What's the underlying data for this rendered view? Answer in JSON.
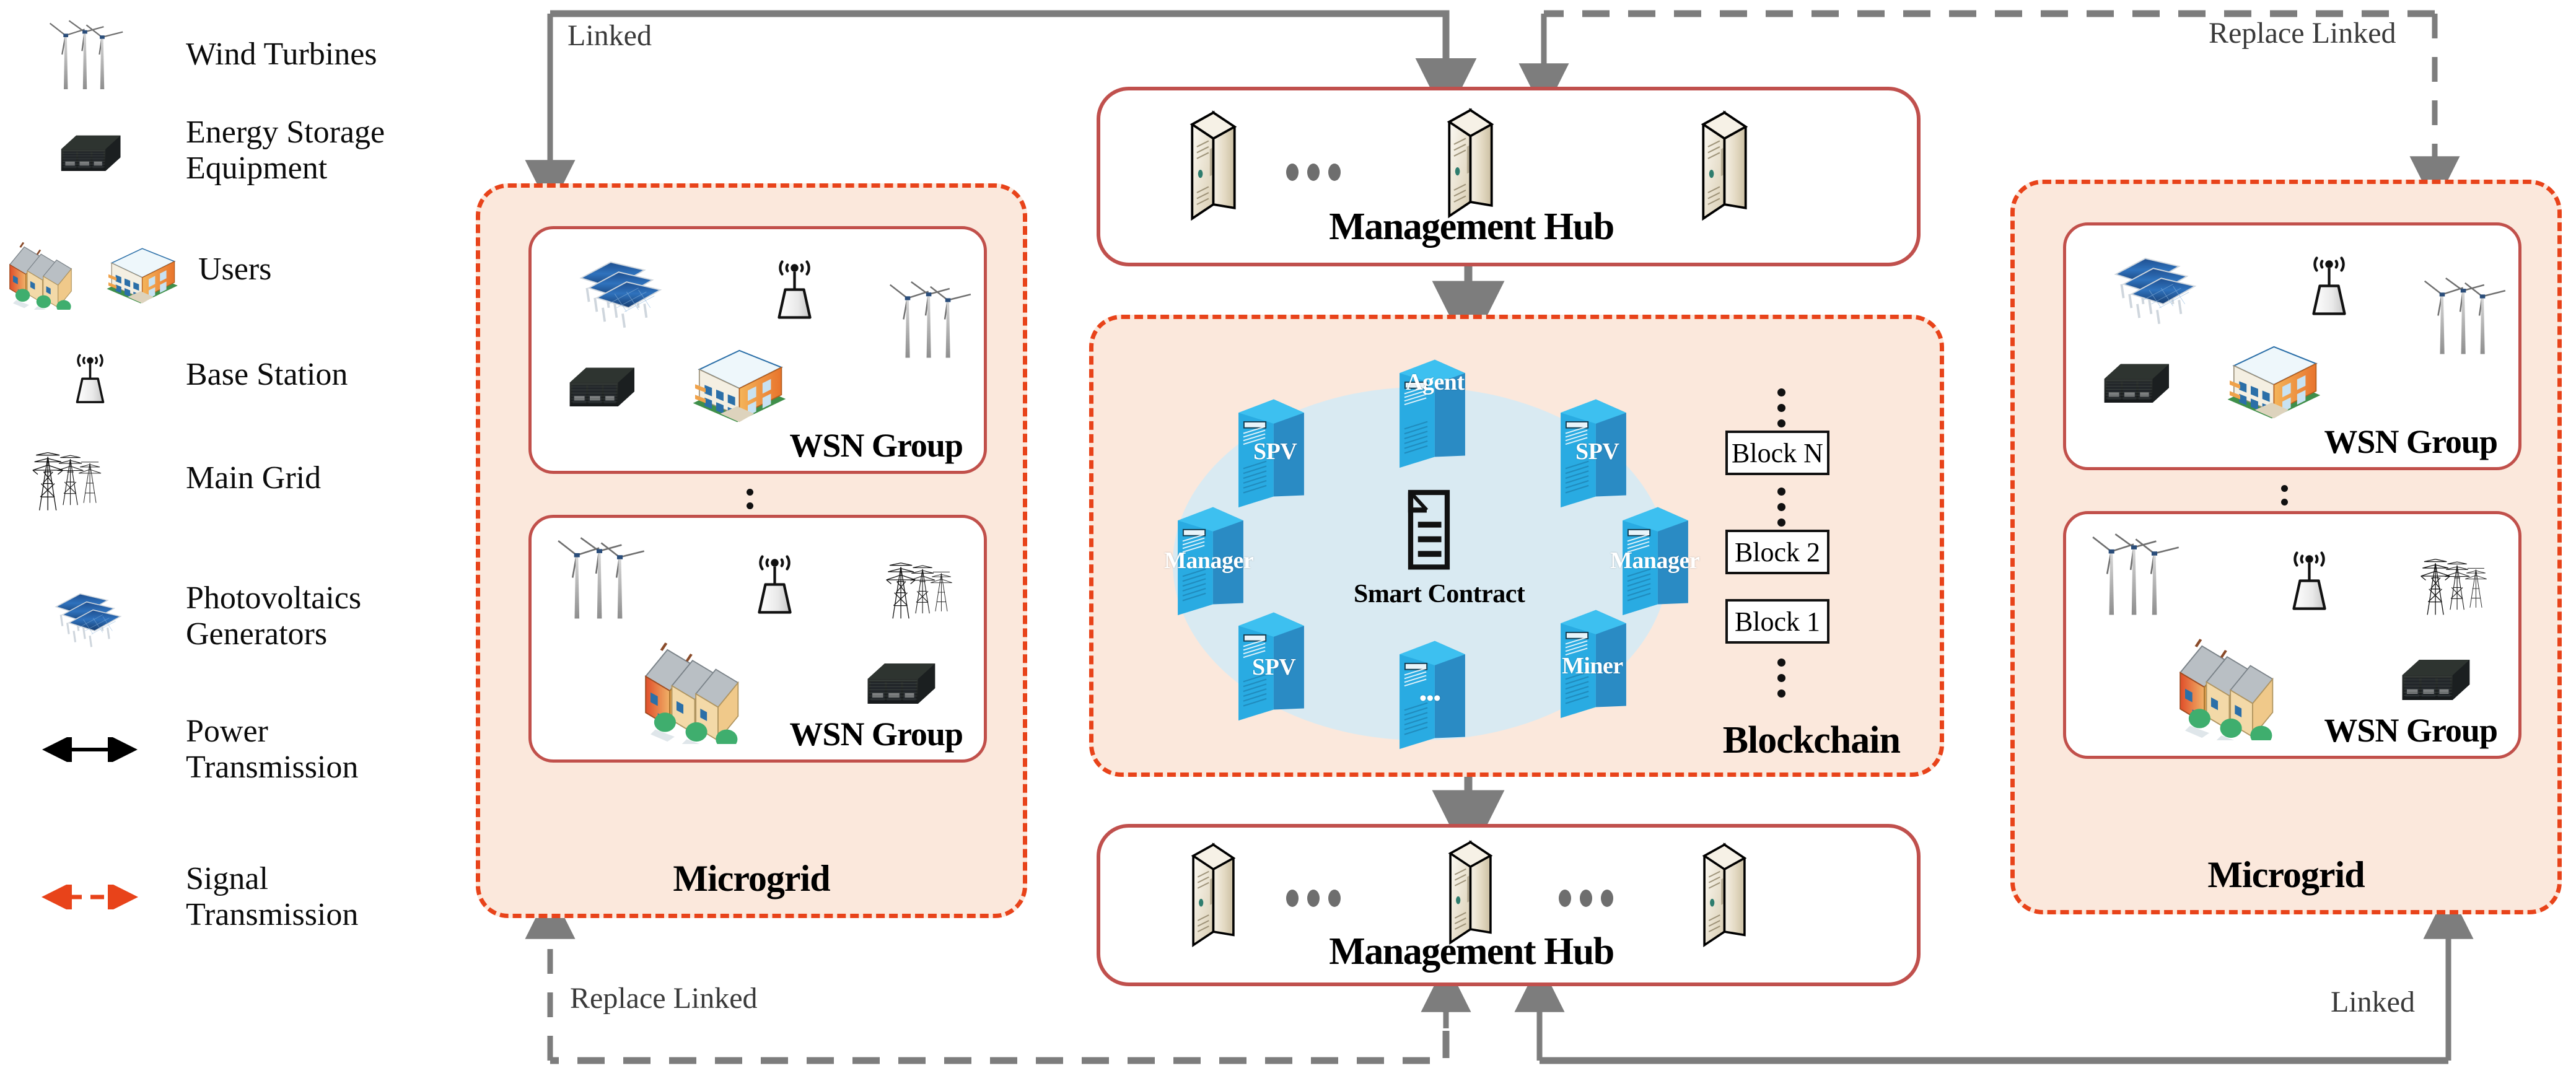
{
  "legend": {
    "items": [
      {
        "icon": "wind-turbines-icon",
        "label": "Wind Turbines"
      },
      {
        "icon": "battery-storage-icon",
        "label": "Energy Storage\nEquipment"
      },
      {
        "icon": "users-buildings-icon",
        "label": "Users"
      },
      {
        "icon": "base-station-icon",
        "label": "Base Station"
      },
      {
        "icon": "transmission-tower-icon",
        "label": "Main Grid"
      },
      {
        "icon": "solar-panel-icon",
        "label": "Photovoltaics\nGenerators"
      },
      {
        "icon": "black-double-arrow-icon",
        "label": "Power\nTransmission"
      },
      {
        "icon": "orange-dashed-double-arrow-icon",
        "label": "Signal\nTransmission"
      }
    ]
  },
  "microgrid_left": {
    "title": "Microgrid",
    "wsn_groups": [
      {
        "label": "WSN Group",
        "devices": [
          "solar-panel-icon",
          "base-station-icon",
          "wind-turbines-icon",
          "battery-storage-icon",
          "apartment-building-icon"
        ]
      },
      {
        "label": "WSN Group",
        "devices": [
          "wind-turbines-icon",
          "base-station-icon",
          "transmission-tower-icon",
          "houses-icon",
          "battery-storage-icon"
        ]
      }
    ]
  },
  "microgrid_right": {
    "title": "Microgrid",
    "wsn_groups": [
      {
        "label": "WSN Group",
        "devices": [
          "solar-panel-icon",
          "base-station-icon",
          "wind-turbines-icon",
          "battery-storage-icon",
          "apartment-building-icon"
        ]
      },
      {
        "label": "WSN Group",
        "devices": [
          "wind-turbines-icon",
          "base-station-icon",
          "transmission-tower-icon",
          "houses-icon",
          "battery-storage-icon"
        ]
      }
    ]
  },
  "hub_top": {
    "title": "Management Hub",
    "server_count": 3,
    "ellipsis_count": 1
  },
  "hub_bottom": {
    "title": "Management Hub",
    "server_count": 3,
    "ellipsis_count": 2
  },
  "blockchain": {
    "title": "Blockchain",
    "smart_contract_label": "Smart Contract",
    "nodes": [
      {
        "label": "SPV"
      },
      {
        "label": "Agent"
      },
      {
        "label": "SPV"
      },
      {
        "label": "Manager"
      },
      {
        "label": "Manager"
      },
      {
        "label": "SPV"
      },
      {
        "label": ""
      },
      {
        "label": "Miner"
      }
    ],
    "blocks": [
      {
        "label": "Block N"
      },
      {
        "label": "Block 2"
      },
      {
        "label": "Block 1"
      }
    ]
  },
  "connectors": {
    "top_left": "Linked",
    "top_right": "Replace Linked",
    "bottom_left": "Replace Linked",
    "bottom_right": "Linked"
  },
  "colors": {
    "microgrid_fill": "#FBE8DC",
    "microgrid_border": "#E8431A",
    "wsn_border": "#C1504B",
    "hub_border": "#C0504D",
    "blockchain_ellipse": "#D9EAF2",
    "node_face": "#29ABE2",
    "node_side": "#2A8BC4",
    "node_top": "#3DC0F0",
    "connector_gray": "#7D7D7D",
    "signal_orange": "#E8431A",
    "power_black": "#000000"
  }
}
